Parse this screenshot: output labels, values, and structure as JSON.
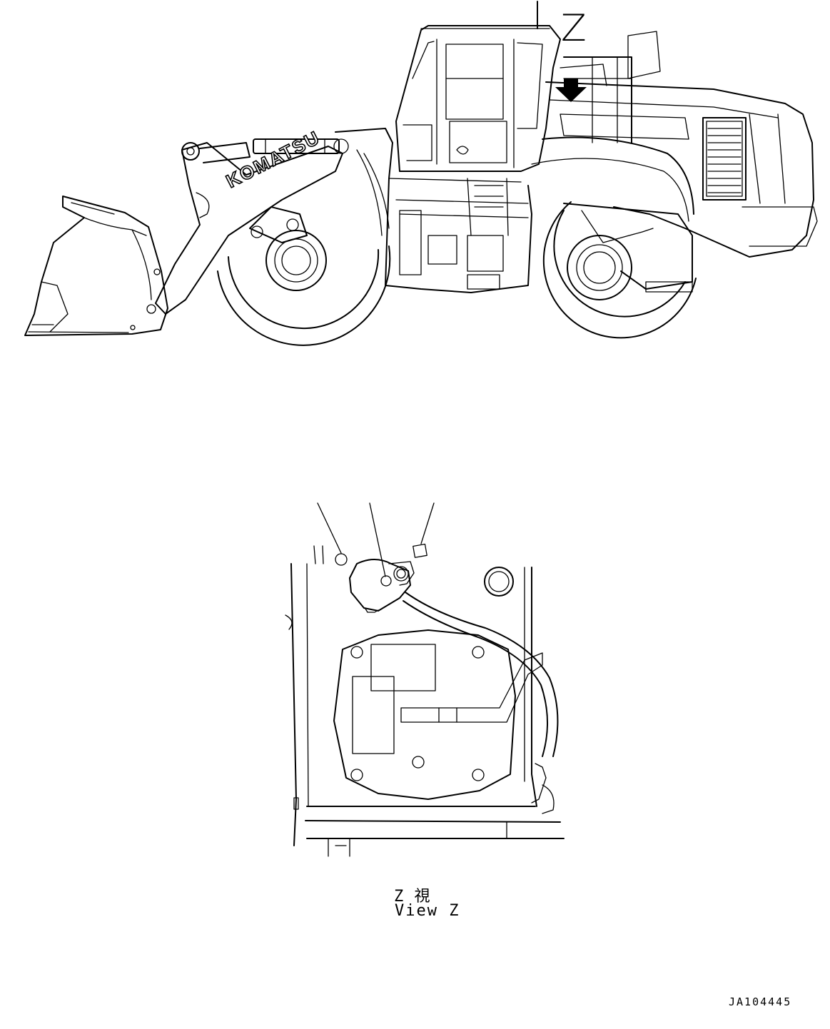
{
  "drawing": {
    "view_letter": "Z",
    "caption_jp": "Z  視",
    "caption_en": "View Z",
    "drawing_number": "JA104445",
    "brand_logo_text": "KOMATSU"
  },
  "colors": {
    "line": "#000000",
    "background": "#ffffff"
  },
  "icons": [
    "view-direction-arrow-icon",
    "leader-line"
  ]
}
